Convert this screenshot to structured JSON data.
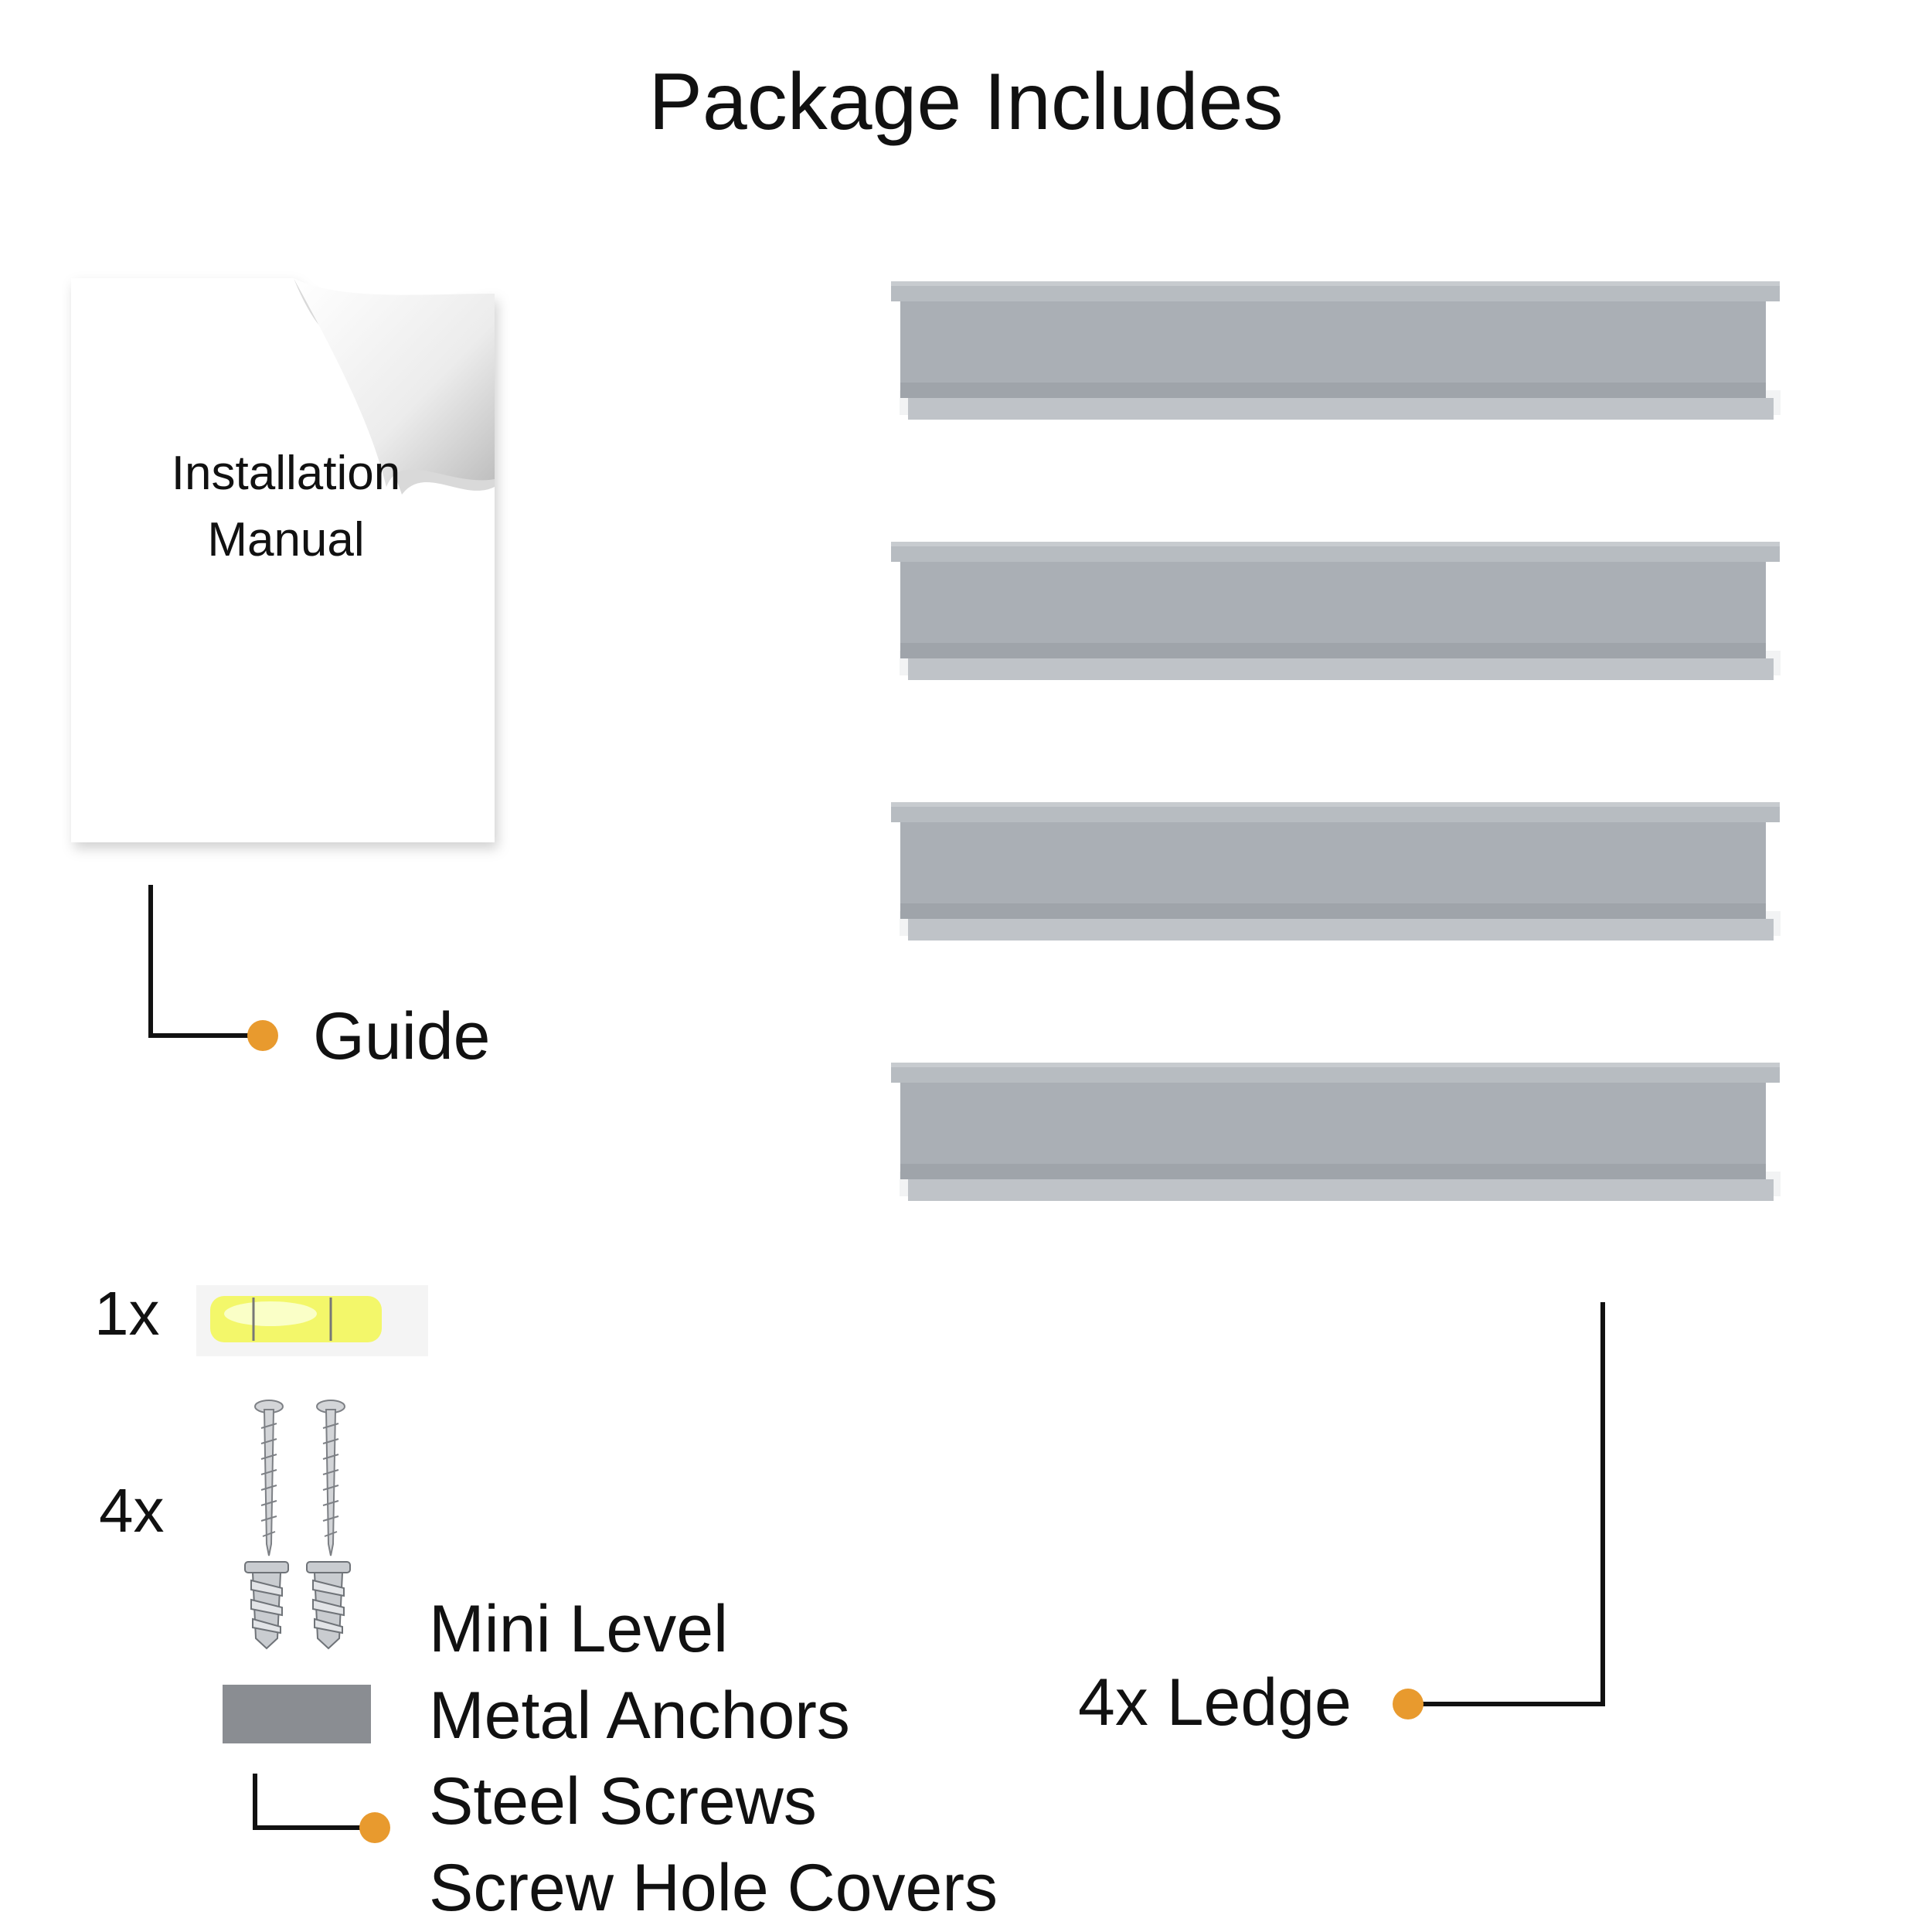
{
  "title": "Package Includes",
  "manual": {
    "line1": "Installation",
    "line2": "Manual"
  },
  "guide_label": "Guide",
  "level_qty": "1x",
  "hardware_qty": "4x",
  "hardware_items": [
    "Mini Level",
    "Metal Anchors",
    "Steel Screws",
    "Screw Hole Covers"
  ],
  "ledge_label": "4x Ledge",
  "colors": {
    "accent": "#E89A2E",
    "ledge": "#A9AEB4",
    "cover": "#8A8D92",
    "level": "#F3F76A",
    "line": "#111111"
  }
}
